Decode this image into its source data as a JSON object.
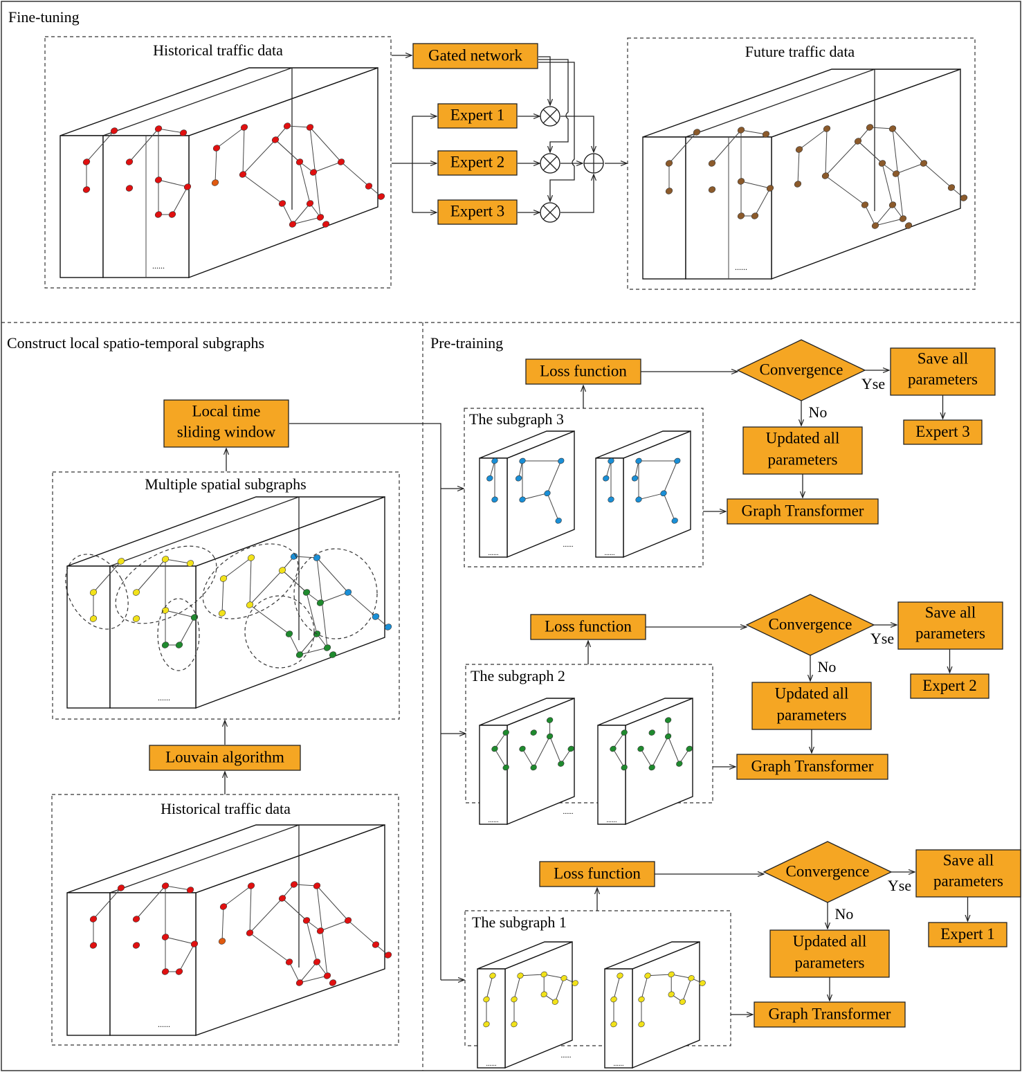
{
  "sections": {
    "fine_tuning": "Fine-tuning",
    "construct": "Construct local spatio-temporal subgraphs",
    "pretraining": "Pre-training"
  },
  "fine_tuning": {
    "historical_label": "Historical traffic data",
    "future_label": "Future traffic data",
    "gated_network": "Gated network",
    "experts": [
      "Expert 1",
      "Expert 2",
      "Expert 3"
    ],
    "ellipsis": "......"
  },
  "construct": {
    "local_window": [
      "Local time",
      "sliding window"
    ],
    "multiple_subgraphs": "Multiple spatial subgraphs",
    "louvain": "Louvain algorithm",
    "historical_label": "Historical traffic data",
    "ellipsis": "......"
  },
  "pretraining": {
    "blocks": [
      {
        "subgraph": "The subgraph 3",
        "loss": "Loss function",
        "convergence": "Convergence",
        "yes": "Yse",
        "no": "No",
        "save": [
          "Save all",
          "parameters"
        ],
        "updated": [
          "Updated all",
          "parameters"
        ],
        "transformer": "Graph Transformer",
        "expert": "Expert 3",
        "ellipsis": "......",
        "node_color": "#1a8fd6"
      },
      {
        "subgraph": "The subgraph 2",
        "loss": "Loss function",
        "convergence": "Convergence",
        "yes": "Yse",
        "no": "No",
        "save": [
          "Save all",
          "parameters"
        ],
        "updated": [
          "Updated all",
          "parameters"
        ],
        "transformer": "Graph Transformer",
        "expert": "Expert 2",
        "ellipsis": "......",
        "node_color": "#1f8a2e"
      },
      {
        "subgraph": "The subgraph 1",
        "loss": "Loss function",
        "convergence": "Convergence",
        "yes": "Yse",
        "no": "No",
        "save": [
          "Save all",
          "parameters"
        ],
        "updated": [
          "Updated all",
          "parameters"
        ],
        "transformer": "Graph Transformer",
        "expert": "Expert 1",
        "ellipsis": "......",
        "node_color": "#f2e21a"
      }
    ]
  },
  "colors": {
    "box_fill": "#f5a623",
    "historical_node": "#e01010",
    "historical_highlight": "#e05a10",
    "future_node": "#8b5a2b",
    "subgraph_yellow": "#f2e21a",
    "subgraph_green": "#1f8a2e",
    "subgraph_blue": "#1a8fd6"
  }
}
